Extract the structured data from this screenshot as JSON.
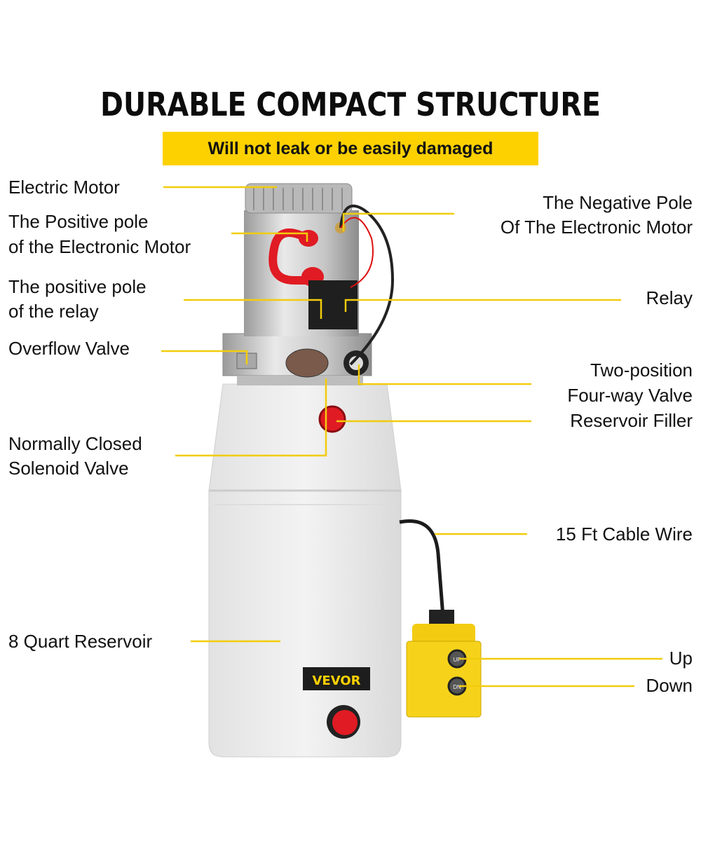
{
  "header": {
    "title": "DURABLE COMPACT STRUCTURE",
    "subtitle": "Will not leak or be easily damaged"
  },
  "labels": {
    "electric_motor": "Electric Motor",
    "positive_pole_motor": [
      "The Positive pole",
      "of the Electronic Motor"
    ],
    "positive_pole_relay": [
      "The positive pole",
      "of the relay"
    ],
    "overflow_valve": "Overflow Valve",
    "solenoid_valve": [
      "Normally Closed",
      "Solenoid Valve"
    ],
    "reservoir": "8 Quart Reservoir",
    "negative_pole": [
      "The Negative Pole",
      "Of The Electronic Motor"
    ],
    "relay": "Relay",
    "four_way_valve": [
      "Two-position",
      "Four-way Valve"
    ],
    "reservoir_filler": "Reservoir Filler",
    "cable": "15 Ft Cable Wire",
    "up": "Up",
    "down": "Down"
  },
  "product": {
    "brand": "VEVOR",
    "button_up": "UP",
    "button_down": "DN"
  },
  "colors": {
    "accent": "#fdd100",
    "leader": "#f2cc0c",
    "cap": "#e01b23"
  }
}
